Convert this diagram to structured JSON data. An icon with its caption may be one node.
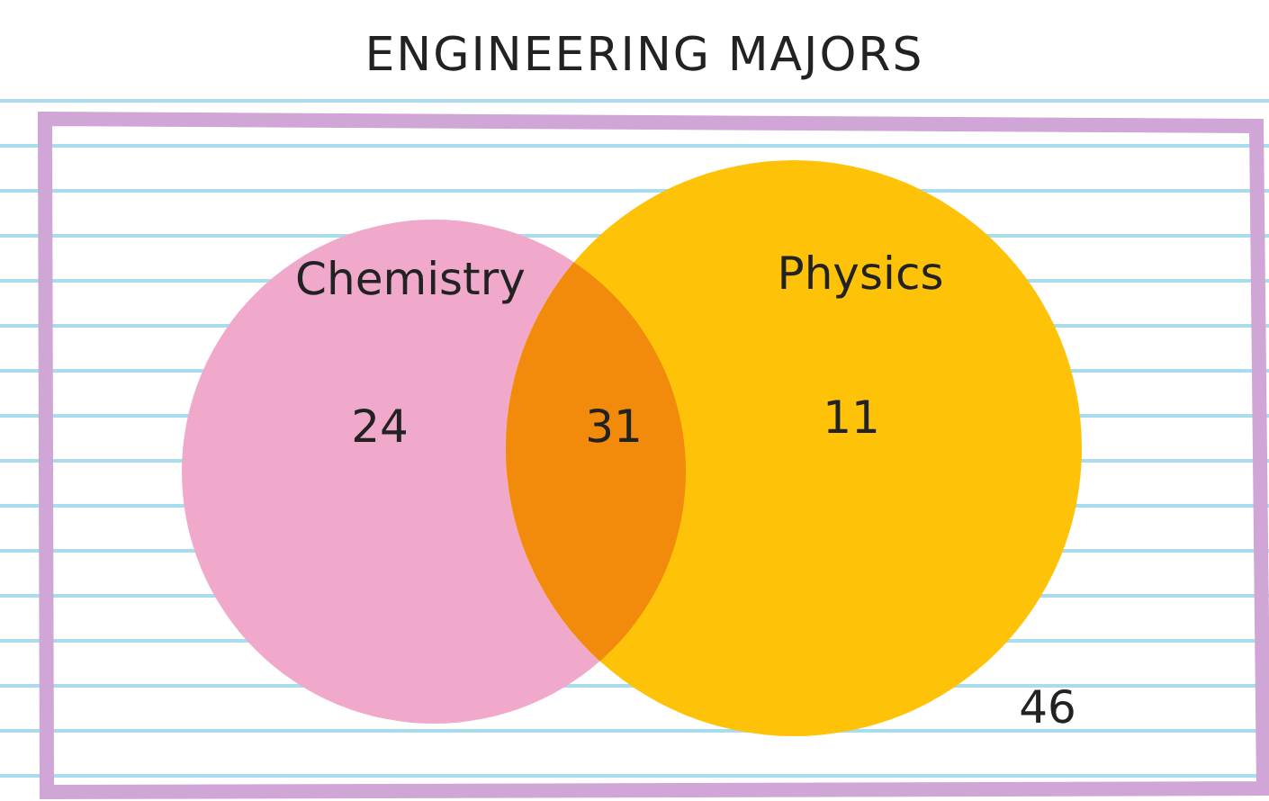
{
  "diagram": {
    "title": "ENGINEERING MAJORS",
    "nodes": [
      {
        "text": [
          "Chemistry"
        ]
      },
      {
        "text": [
          "Physics"
        ]
      }
    ],
    "labels": [
      "24",
      "31",
      "11",
      "46"
    ]
  }
}
